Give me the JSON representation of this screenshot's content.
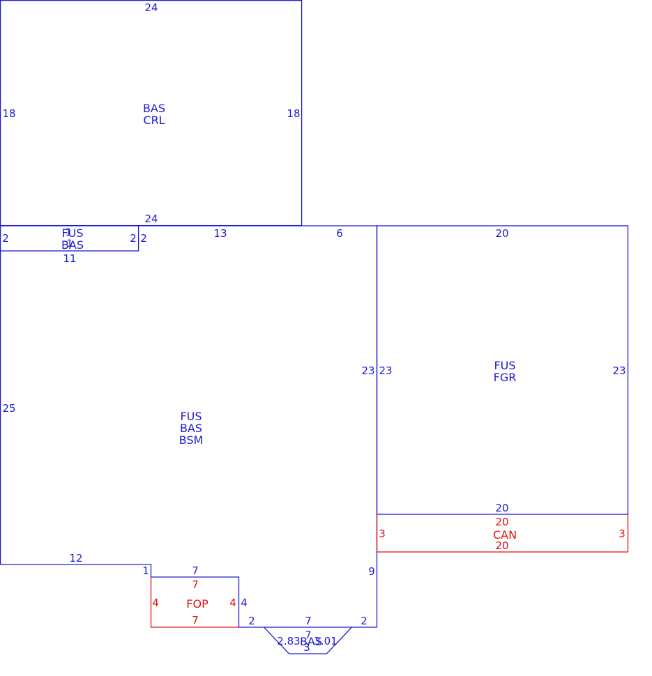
{
  "colors": {
    "building": "#1c1ccf",
    "porch": "#e01010",
    "background": "#ffffff"
  },
  "areas": {
    "crawl": {
      "line1": "BAS",
      "line2": "CRL"
    },
    "strip": {
      "line1": "FUS",
      "line2": "BAS"
    },
    "main": {
      "line1": "FUS",
      "line2": "BAS",
      "line3": "BSM"
    },
    "garage": {
      "line1": "FUS",
      "line2": "FGR"
    },
    "canopy": {
      "line1": "CAN"
    },
    "porch": {
      "line1": "FOP"
    },
    "bay": {
      "line1": "BAS"
    }
  },
  "dims": {
    "crl_top": "24",
    "crl_left": "18",
    "crl_right": "18",
    "crl_bottom": "24",
    "strip_left": "2",
    "strip_right": "2",
    "strip_top_a": "1",
    "strip_top_b": "1",
    "strip_bottom": "11",
    "main_right_of_strip": "2",
    "main_top_a": "13",
    "main_top_b": "6",
    "main_left": "25",
    "main_right": "23",
    "main_bottom_left": "12",
    "main_step": "1",
    "main_step_right": "7",
    "main_lower_right": "9",
    "porch_top": "7",
    "porch_left": "4",
    "porch_right": "4",
    "porch_bottom": "7",
    "porch_outer_right": "4",
    "bay_left_seg": "2",
    "bay_top": "7",
    "bay_right_seg": "2",
    "bay_inner_top": "7",
    "bay_diag_left": "2.83",
    "bay_diag_right": "3.01",
    "bay_bottom": "3",
    "fgr_top": "20",
    "fgr_left": "23",
    "fgr_right": "23",
    "fgr_bottom": "20",
    "can_top": "20",
    "can_left": "3",
    "can_right": "3",
    "can_bottom": "20"
  }
}
